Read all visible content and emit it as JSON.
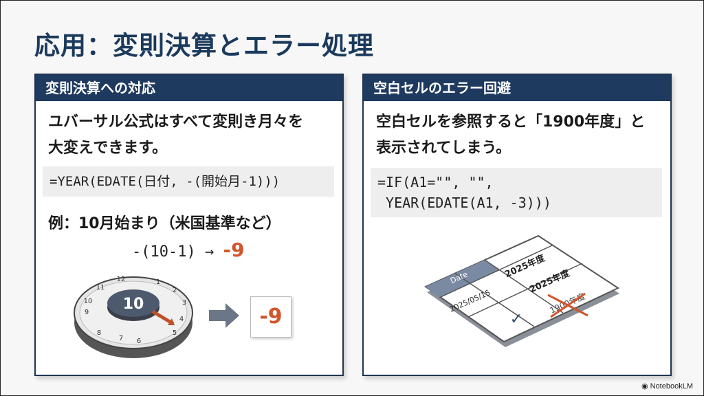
{
  "title": "応用：変則決算とエラー処理",
  "left_card": {
    "header": "変則決算への対応",
    "text_lines": [
      "ユバーサル公式はすべて変則き月々を",
      "大変えできます。"
    ],
    "formula": "=YEAR(EDATE(日付, -(開始月-1)))",
    "example": "例：10月始まり（米国基準など）",
    "calc_expr": "-(10-1) → ",
    "calc_result": "-9",
    "clock_center": "10",
    "clock_numbers": [
      "12",
      "1",
      "2",
      "3",
      "4",
      "5",
      "6",
      "7",
      "8",
      "9",
      "10",
      "11"
    ],
    "result_box": "-9"
  },
  "right_card": {
    "header": "空白セルのエラー回避",
    "text_lines": [
      "空白セルを参照すると「1900年度」と",
      "表示されてしまう。"
    ],
    "formula_lines": [
      "=IF(A1=\"\", \"\",",
      " YEAR(EDATE(A1, -3)))"
    ],
    "table": {
      "col_header": "Date",
      "date_value": "2025/05/15",
      "year_value_1": "2025年度",
      "year_value_2": "2025年度",
      "error_value": "1900年度",
      "check_mark": "✓"
    }
  },
  "logo": "NotebookLM",
  "colors": {
    "navy": "#1f3a5f",
    "accent": "#d2552c"
  }
}
